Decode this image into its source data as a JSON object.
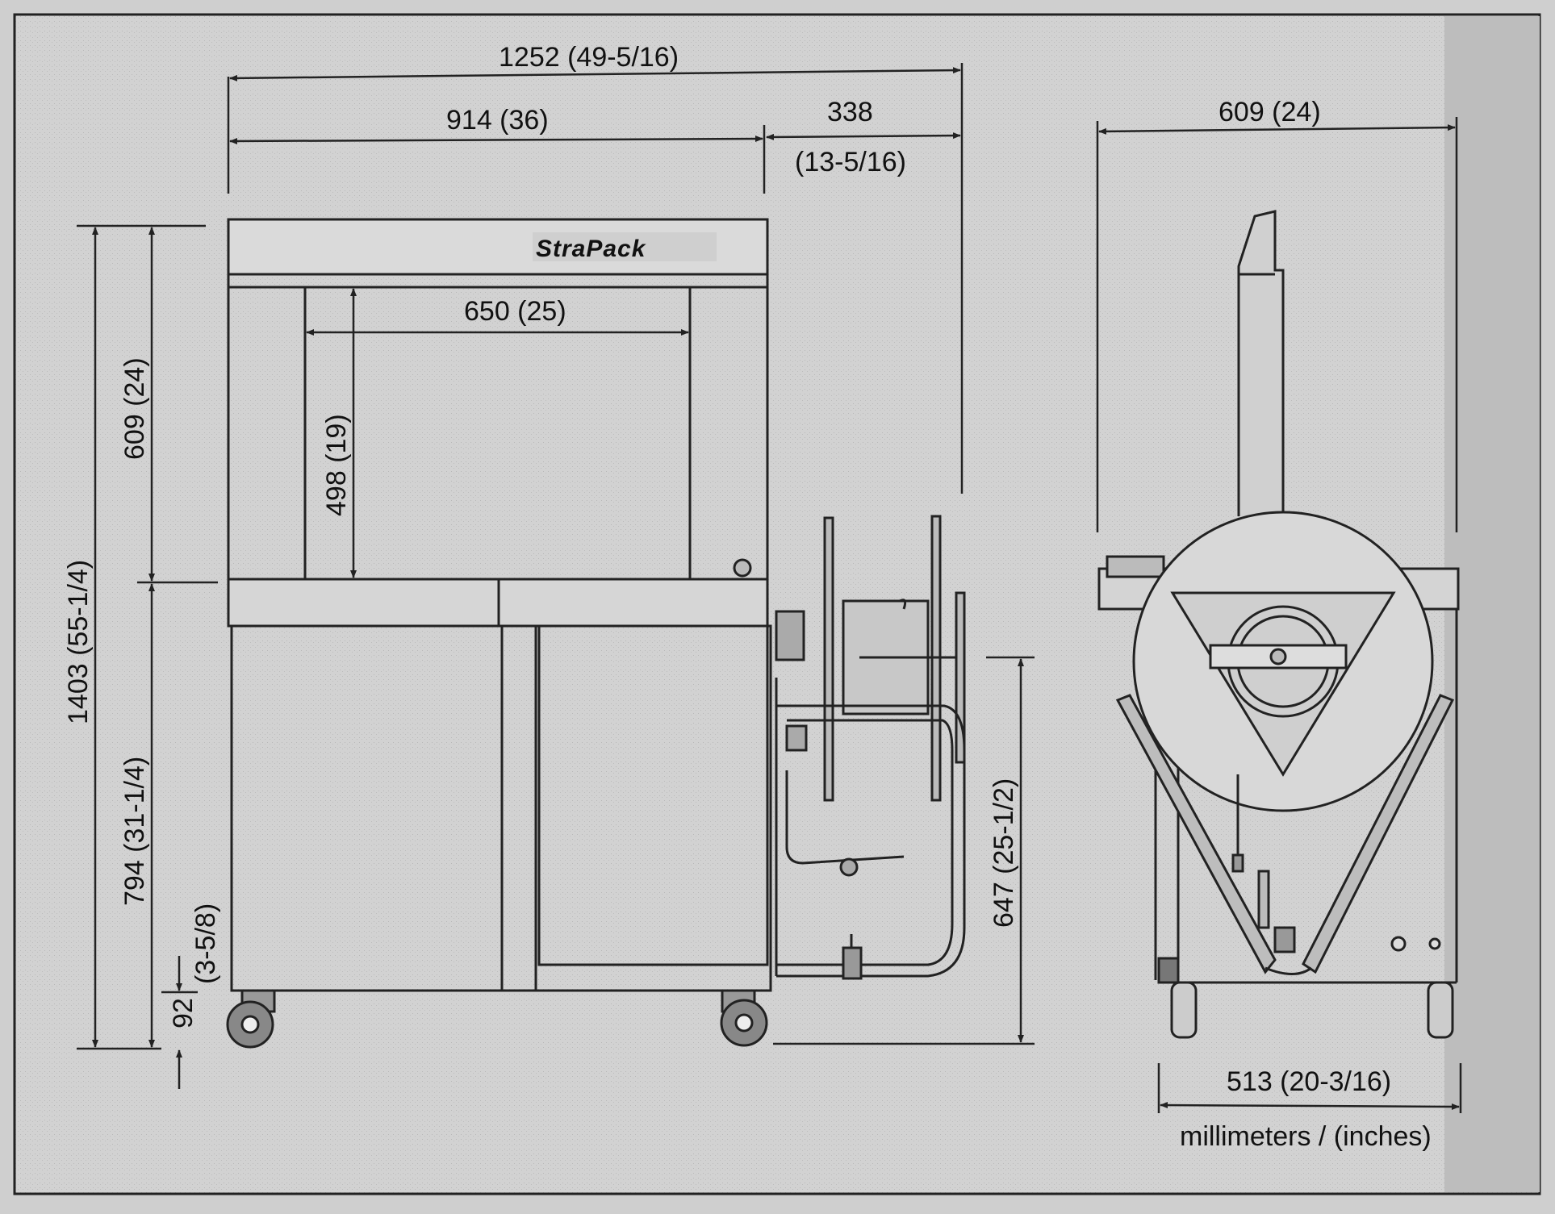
{
  "dimensions": {
    "overall_width": "1252 (49-5/16)",
    "frame_width": "914 (36)",
    "dispenser_offset_mm": "338",
    "dispenser_offset_in": "(13-5/16)",
    "side_width": "609 (24)",
    "arch_width": "650 (25)",
    "arch_upper_height": "609 (24)",
    "arch_opening_height": "498 (19)",
    "overall_height": "1403 (55-1/4)",
    "table_height": "794 (31-1/4)",
    "caster_height_mm": "92",
    "caster_height_in": "(3-5/8)",
    "dispenser_height": "647 (25-1/2)",
    "base_width": "513 (20-3/16)"
  },
  "units_label": "millimeters / (inches)",
  "brand_logo": "StraPack"
}
